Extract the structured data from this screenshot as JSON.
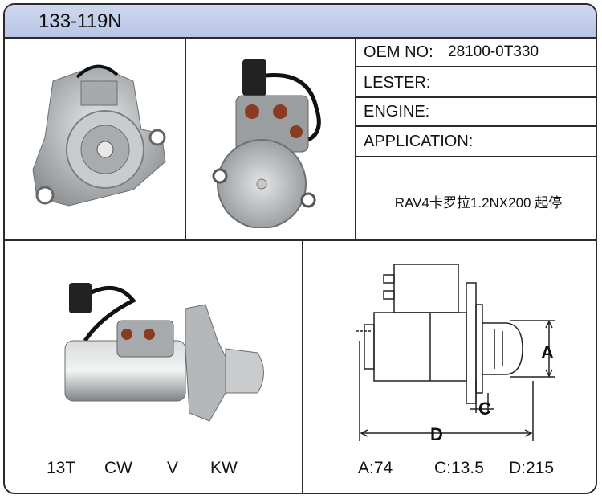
{
  "header": {
    "title": "133-119N"
  },
  "info": {
    "oem_label": "OEM NO:",
    "oem_value": "28100-0T330",
    "lester_label": "LESTER:",
    "engine_label": "ENGINE:",
    "application_label": "APPLICATION:",
    "application_value": "RAV4卡罗拉1.2NX200 起停"
  },
  "specs_left": [
    "13T",
    "CW",
    "V",
    "KW"
  ],
  "specs_right": [
    "A:74",
    "C:13.5",
    "D:215"
  ],
  "diagram": {
    "label_a": "A",
    "label_c": "C",
    "label_d": "D"
  },
  "colors": {
    "header_bg": "#c4cfec",
    "border": "#2b2b2b",
    "metal": "#b9bcbf",
    "wire": "#111111",
    "terminal": "#8a3b22"
  }
}
